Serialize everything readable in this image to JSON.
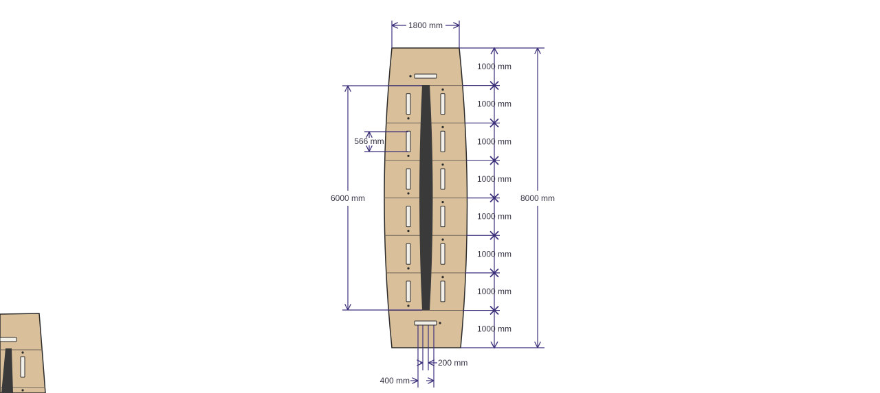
{
  "colors": {
    "line": "#3b2f7a",
    "wood": "#d9c09b",
    "wood_edge": "#2a2a2a",
    "seam": "#6f6458",
    "slot_fill": "#f3f0ea",
    "center_strip": "#3a3a3a",
    "text": "#333344",
    "background": "#ffffff"
  },
  "dimensions": {
    "top_width": "1800 mm",
    "segments": [
      "1000 mm",
      "1000 mm",
      "1000 mm",
      "1000 mm",
      "1000 mm",
      "1000 mm",
      "1000 mm",
      "1000 mm"
    ],
    "total_length": "8000 mm",
    "center_length": "6000 mm",
    "cable_spacing": "566 mm",
    "bottom_narrow": "200 mm",
    "bottom_wide": "400 mm"
  }
}
